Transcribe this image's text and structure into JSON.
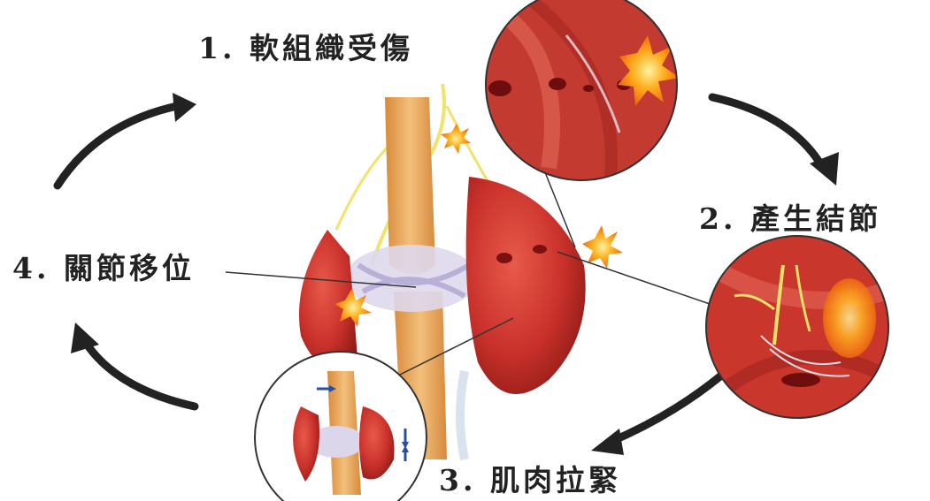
{
  "steps": [
    {
      "text": "1. 軟組織受傷"
    },
    {
      "text": "2. 產生結節"
    },
    {
      "text": "3. 肌肉拉緊"
    },
    {
      "text": "4. 關節移位"
    }
  ],
  "colors": {
    "arrow": "#222222",
    "muscle": "#c8302a",
    "bone": "#e9a75a",
    "ligament": "#d9d3e8",
    "nerve": "#f2e26b",
    "inflammation": "#ffb020"
  }
}
